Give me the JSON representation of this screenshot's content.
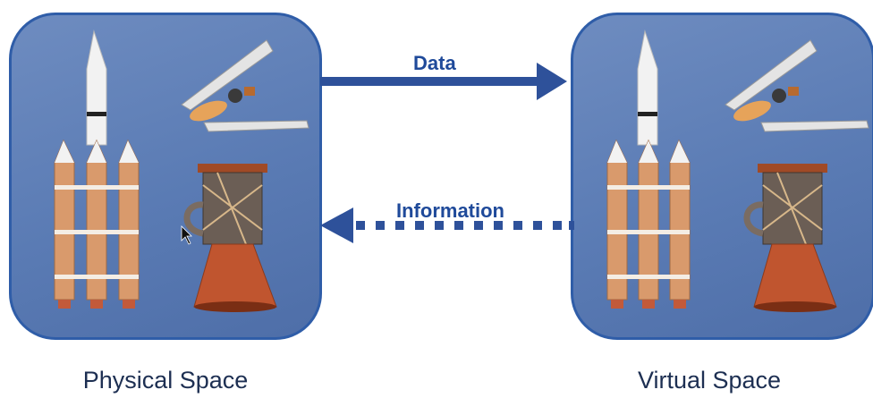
{
  "panels": {
    "physical": {
      "caption": "Physical Space"
    },
    "virtual": {
      "caption": "Virtual Space"
    }
  },
  "arrows": {
    "data": {
      "label": "Data",
      "style": "solid",
      "direction": "physical-to-virtual"
    },
    "information": {
      "label": "Information",
      "style": "dotted",
      "direction": "virtual-to-physical"
    }
  },
  "colors": {
    "panel_fill": "#5a7bb4",
    "panel_border": "#2f5da8",
    "arrow": "#2e519a",
    "caption_text": "#1d2f52"
  },
  "icons": [
    "rocket-icon",
    "fairing-icon",
    "engine-icon",
    "cursor-icon"
  ]
}
